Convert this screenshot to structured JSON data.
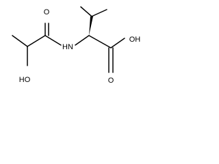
{
  "molecule": {
    "labels": {
      "oxygen_top": "O",
      "nitrogen": "HN",
      "hydroxyl_left": "HO",
      "hydroxyl_right": "OH",
      "oxygen_bottom": "O"
    }
  }
}
